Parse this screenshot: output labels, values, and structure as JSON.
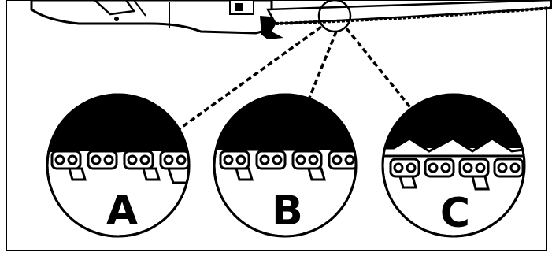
{
  "diagram": {
    "panels": [
      {
        "id": "panel-a",
        "label": "A"
      },
      {
        "id": "panel-b",
        "label": "B"
      },
      {
        "id": "panel-c",
        "label": "C"
      }
    ],
    "colors": {
      "ink": "#000000",
      "paper": "#ffffff"
    }
  }
}
